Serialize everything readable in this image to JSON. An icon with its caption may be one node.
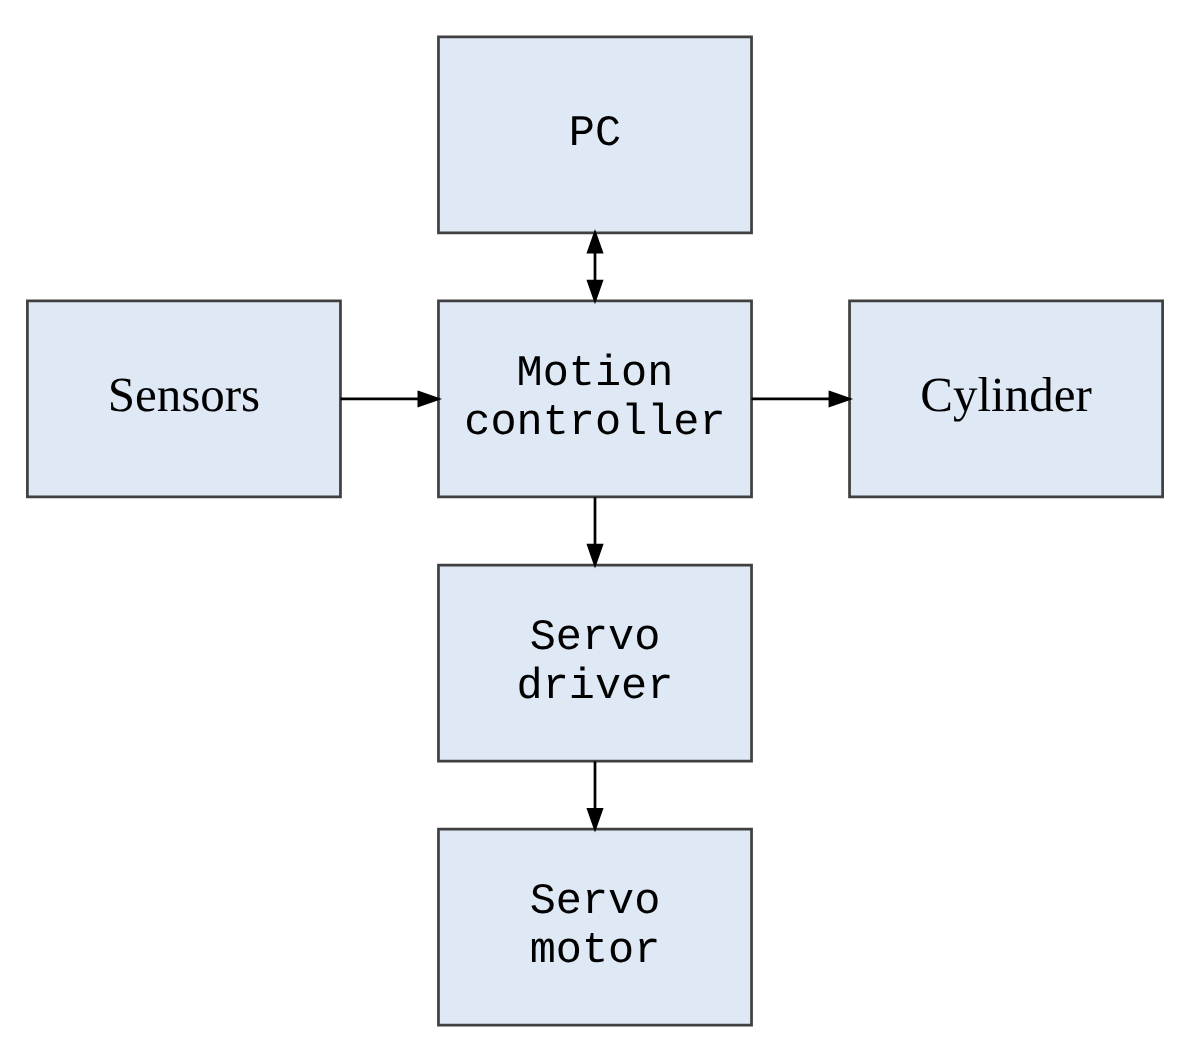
{
  "diagram": {
    "nodes": [
      {
        "text": [
          "PC"
        ]
      },
      {
        "text": [
          "Sensors"
        ]
      },
      {
        "text": [
          "Motion controller"
        ]
      },
      {
        "text": [
          "Cylinder"
        ]
      },
      {
        "text": [
          "Servo driver"
        ]
      },
      {
        "text": [
          "Servo motor"
        ]
      }
    ],
    "edges": [
      {
        "from": 0,
        "to": 2,
        "arrow": "both"
      },
      {
        "from": 1,
        "to": 2,
        "arrow": "to"
      },
      {
        "from": 2,
        "to": 3,
        "arrow": "to"
      },
      {
        "from": 2,
        "to": 4,
        "arrow": "to"
      },
      {
        "from": 4,
        "to": 5,
        "arrow": "to"
      }
    ]
  }
}
